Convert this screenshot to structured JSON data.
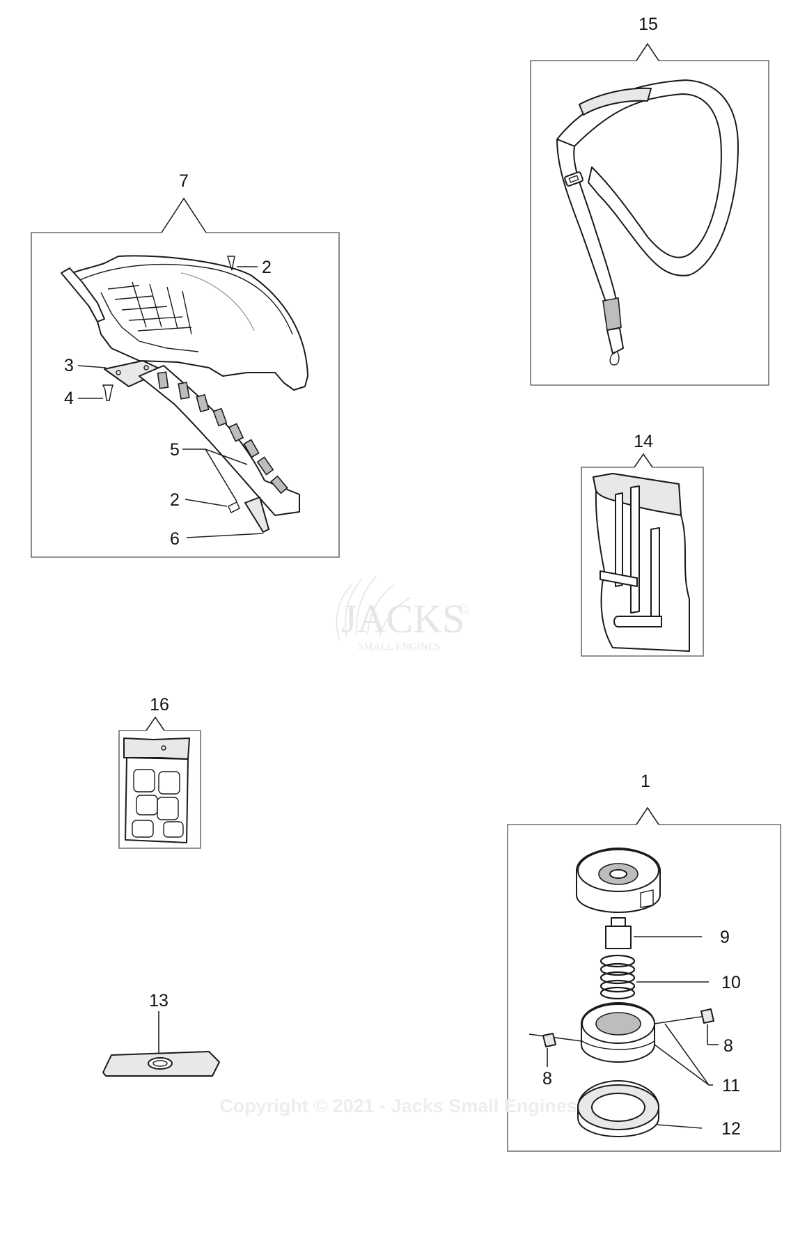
{
  "callouts": {
    "c1": "1",
    "c2a": "2",
    "c2b": "2",
    "c3": "3",
    "c4": "4",
    "c5": "5",
    "c6": "6",
    "c7": "7",
    "c8a": "8",
    "c8b": "8",
    "c9": "9",
    "c10": "10",
    "c11": "11",
    "c12": "12",
    "c13": "13",
    "c14": "14",
    "c15": "15",
    "c16": "16"
  },
  "watermark": {
    "logo_main": "JACKS",
    "logo_sub": "SMALL ENGINES",
    "logo_mark": "©",
    "copyright": "Copyright © 2021 - Jacks Small Engines"
  }
}
